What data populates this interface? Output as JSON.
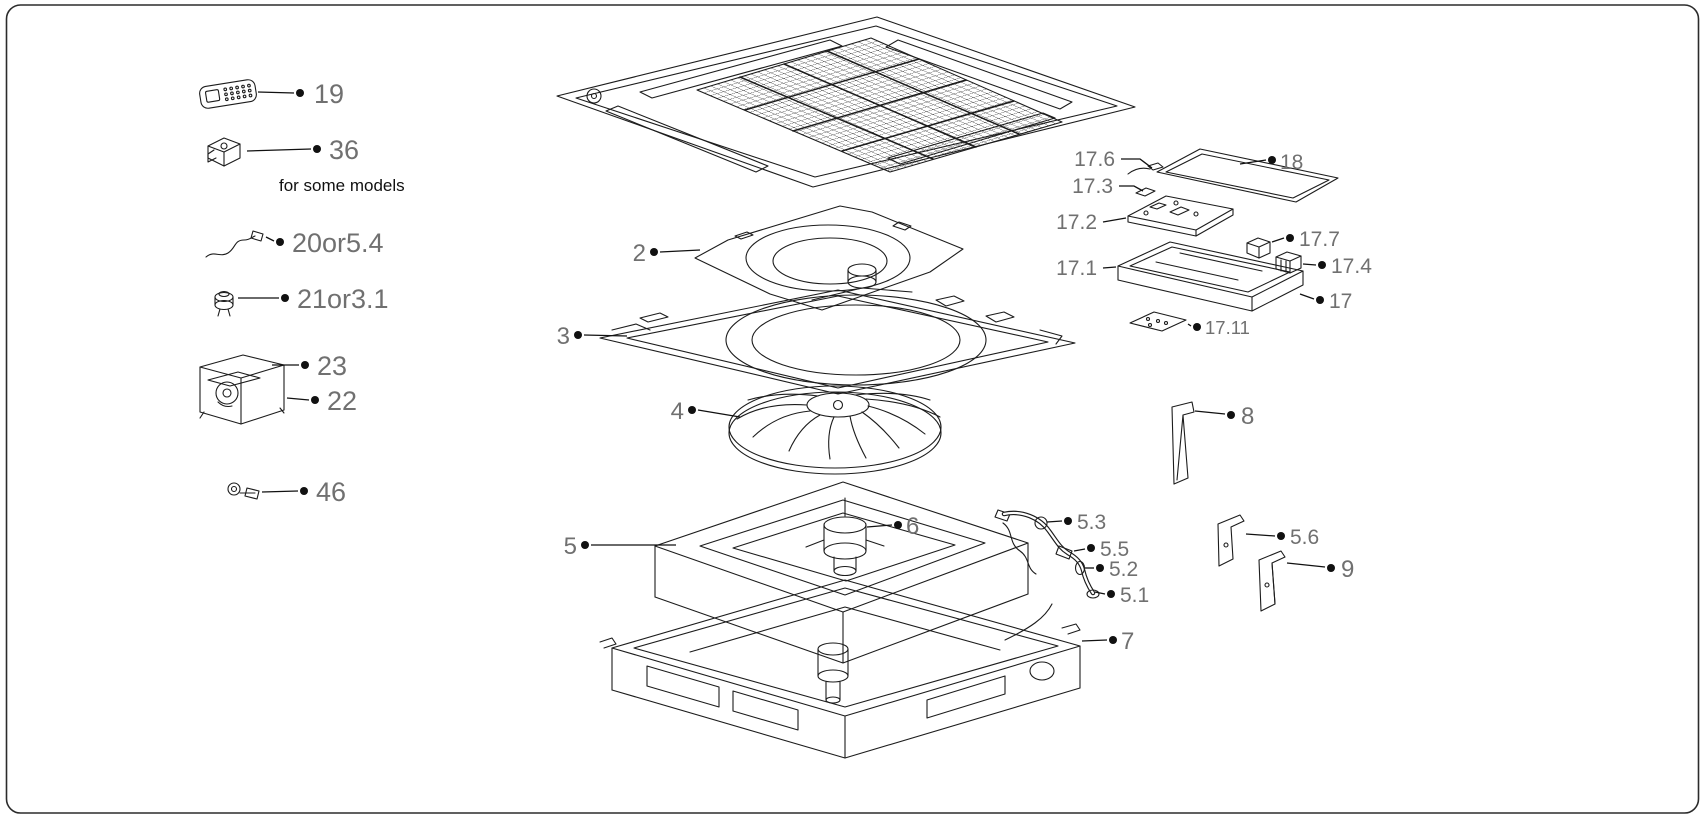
{
  "colors": {
    "line": "#1c1c1c",
    "label": "#707070",
    "note": "#111111",
    "background": "#ffffff",
    "border": "#2b2b2b"
  },
  "note": {
    "text": "for some models"
  },
  "labels": {
    "p19": "19",
    "p36": "36",
    "p20or5_4": "20or5.4",
    "p21or3_1": "21or3.1",
    "p23": "23",
    "p22": "22",
    "p46": "46",
    "p2": "2",
    "p3": "3",
    "p4": "4",
    "p5": "5",
    "p6": "6",
    "p7": "7",
    "p18": "18",
    "p17_6": "17.6",
    "p17_3": "17.3",
    "p17_2": "17.2",
    "p17_1": "17.1",
    "p17_7": "17.7",
    "p17_4": "17.4",
    "p17": "17",
    "p17_11": "17.11",
    "p8": "8",
    "p5_3": "5.3",
    "p5_5": "5.5",
    "p5_2": "5.2",
    "p5_1": "5.1",
    "p5_6": "5.6",
    "p9": "9"
  }
}
